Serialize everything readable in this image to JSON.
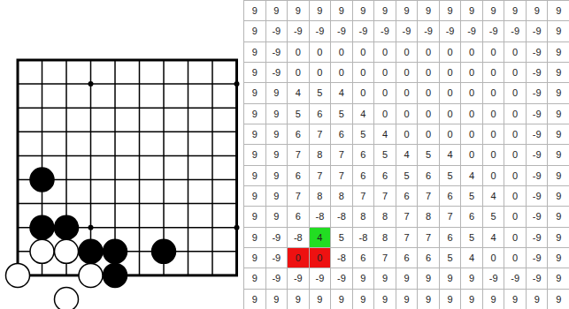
{
  "diagram": {
    "labels": [
      "9",
      "9",
      "9",
      "9",
      "9",
      "9",
      "9",
      "9",
      "9",
      "9",
      "9",
      "9",
      "9",
      "9",
      "9",
      "9",
      "-9",
      "-9",
      "-9",
      "-9",
      "-9",
      "-9",
      "-9",
      "-9",
      "-9",
      "-9",
      "-9",
      "-9",
      "-9",
      "9",
      "9",
      "-9",
      "0",
      "0",
      "0",
      "0",
      "0",
      "0",
      "0",
      "0",
      "0",
      "0",
      "0",
      "-9",
      "9",
      "9",
      "-9",
      "0",
      "0",
      "0",
      "0",
      "0",
      "0",
      "0",
      "0",
      "0",
      "0",
      "0",
      "-9",
      "9",
      "9",
      "9",
      "4",
      "5",
      "4",
      "0",
      "0",
      "0",
      "0",
      "0",
      "0",
      "0",
      "0",
      "-9",
      "9",
      "9",
      "9",
      "5",
      "6",
      "5",
      "4",
      "0",
      "0",
      "0",
      "0",
      "0",
      "0",
      "0",
      "-9",
      "9",
      "9",
      "9",
      "6",
      "7",
      "6",
      "5",
      "4",
      "0",
      "0",
      "0",
      "0",
      "0",
      "0",
      "-9",
      "9",
      "9",
      "9",
      "7",
      "8",
      "7",
      "6",
      "5",
      "4",
      "5",
      "4",
      "0",
      "0",
      "0",
      "-9",
      "9",
      "9",
      "9",
      "6",
      "7",
      "7",
      "6",
      "6",
      "5",
      "6",
      "5",
      "4",
      "0",
      "0",
      "-9",
      "9",
      "9",
      "9",
      "7",
      "8",
      "8",
      "7",
      "7",
      "6",
      "7",
      "6",
      "5",
      "4",
      "0",
      "-9",
      "9",
      "9",
      "9",
      "6",
      "-8",
      "-8",
      "8",
      "8",
      "7",
      "8",
      "7",
      "6",
      "5",
      "0",
      "-9",
      "9",
      "9",
      "-9",
      "-8",
      "4",
      "5",
      "-8",
      "8",
      "7",
      "7",
      "6",
      "5",
      "4",
      "0",
      "-9",
      "9",
      "9",
      "-9",
      "0",
      "0",
      "-8",
      "6",
      "7",
      "6",
      "6",
      "5",
      "4",
      "0",
      "0",
      "-9",
      "9",
      "9",
      "-9",
      "-9",
      "-9",
      "-9",
      "9",
      "9",
      "9",
      "9",
      "9",
      "9",
      "-9",
      "-9",
      "-9",
      "9",
      "9",
      "9",
      "9",
      "9",
      "9",
      "9",
      "9",
      "9",
      "9",
      "9",
      "9",
      "9",
      "9",
      "9",
      "9"
    ]
  }
}
